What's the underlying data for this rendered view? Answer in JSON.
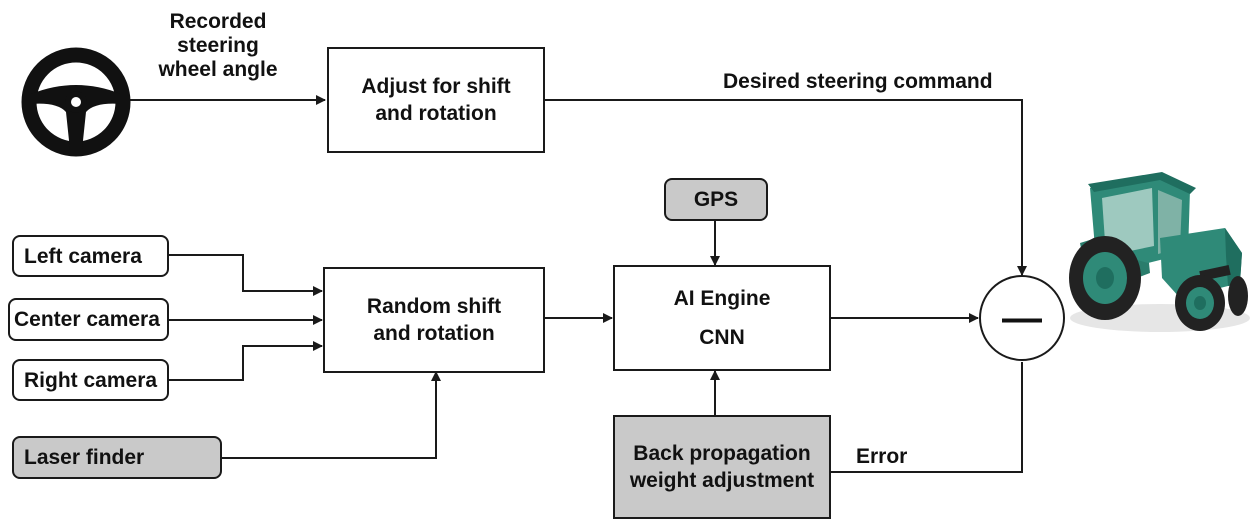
{
  "steering_label": "Recorded\nsteering\nwheel angle",
  "adjust_box": "Adjust  for shift\nand rotation",
  "desired_label": "Desired steering command",
  "gps_box": "GPS",
  "ai_engine": {
    "line1": "AI Engine",
    "line2": "CNN"
  },
  "random_box": "Random shift\nand rotation",
  "inputs": {
    "left": "Left camera",
    "center": "Center camera",
    "right": "Right camera",
    "laser": "Laser finder"
  },
  "backprop_box": "Back propagation\nweight adjustment",
  "error_label": "Error",
  "minus_symbol": "—",
  "colors": {
    "gray_box": "#c9c9c9",
    "tractor_body": "#2f8a78",
    "tractor_dark": "#1f6e5f",
    "stroke": "#1a1a1a"
  },
  "icons": [
    "steering-wheel-icon",
    "tractor-icon",
    "minus-icon"
  ]
}
